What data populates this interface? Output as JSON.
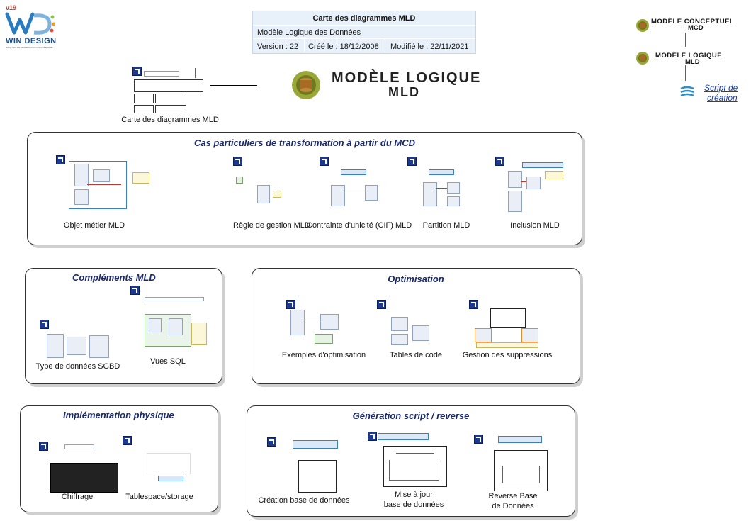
{
  "logo": {
    "version": "v19",
    "name": "WIN DESIGN",
    "tagline": "SOLUTION DE MODELISATION D'ENTREPRISE"
  },
  "info": {
    "title": "Carte des diagrammes MLD",
    "subtitle": "Modèle Logique des Données",
    "version": "Version : 22",
    "created": "Créé le : 18/12/2008",
    "modified": "Modifié le : 22/11/2021"
  },
  "banner": {
    "line1": "MODÈLE LOGIQUE",
    "line2": "MLD"
  },
  "nav": {
    "mcd_line1": "MODÈLE CONCEPTUEL",
    "mcd_line2": "MCD",
    "mld_line1": "MODÈLE LOGIQUE",
    "mld_line2": "MLD",
    "script_line1": "Script de",
    "script_line2": "création"
  },
  "map_caption": "Carte des diagrammes MLD",
  "sections": {
    "cas": {
      "title": "Cas particuliers de transformation à partir du MCD",
      "items": [
        "Objet métier MLD",
        "Règle de gestion MLD",
        "Contrainte d'unicité (CIF) MLD",
        "Partition MLD",
        "Inclusion MLD"
      ]
    },
    "complements": {
      "title": "Compléments MLD",
      "items": [
        "Type de données SGBD",
        "Vues SQL"
      ]
    },
    "optimisation": {
      "title": "Optimisation",
      "items": [
        "Exemples d'optimisation",
        "Tables de code",
        "Gestion des suppressions"
      ]
    },
    "implementation": {
      "title": "Implémentation physique",
      "items": [
        "Chiffrage",
        "Tablespace/storage"
      ]
    },
    "generation": {
      "title": "Génération script / reverse",
      "items": [
        "Création base de données",
        "Mise à jour",
        "base de données",
        "Reverse Base",
        "de Données"
      ]
    }
  },
  "colors": {
    "title": "#1b2a6b",
    "link": "#1a3fb0",
    "accent_red": "#c0392b",
    "accent_blue": "#2a6fb0"
  }
}
